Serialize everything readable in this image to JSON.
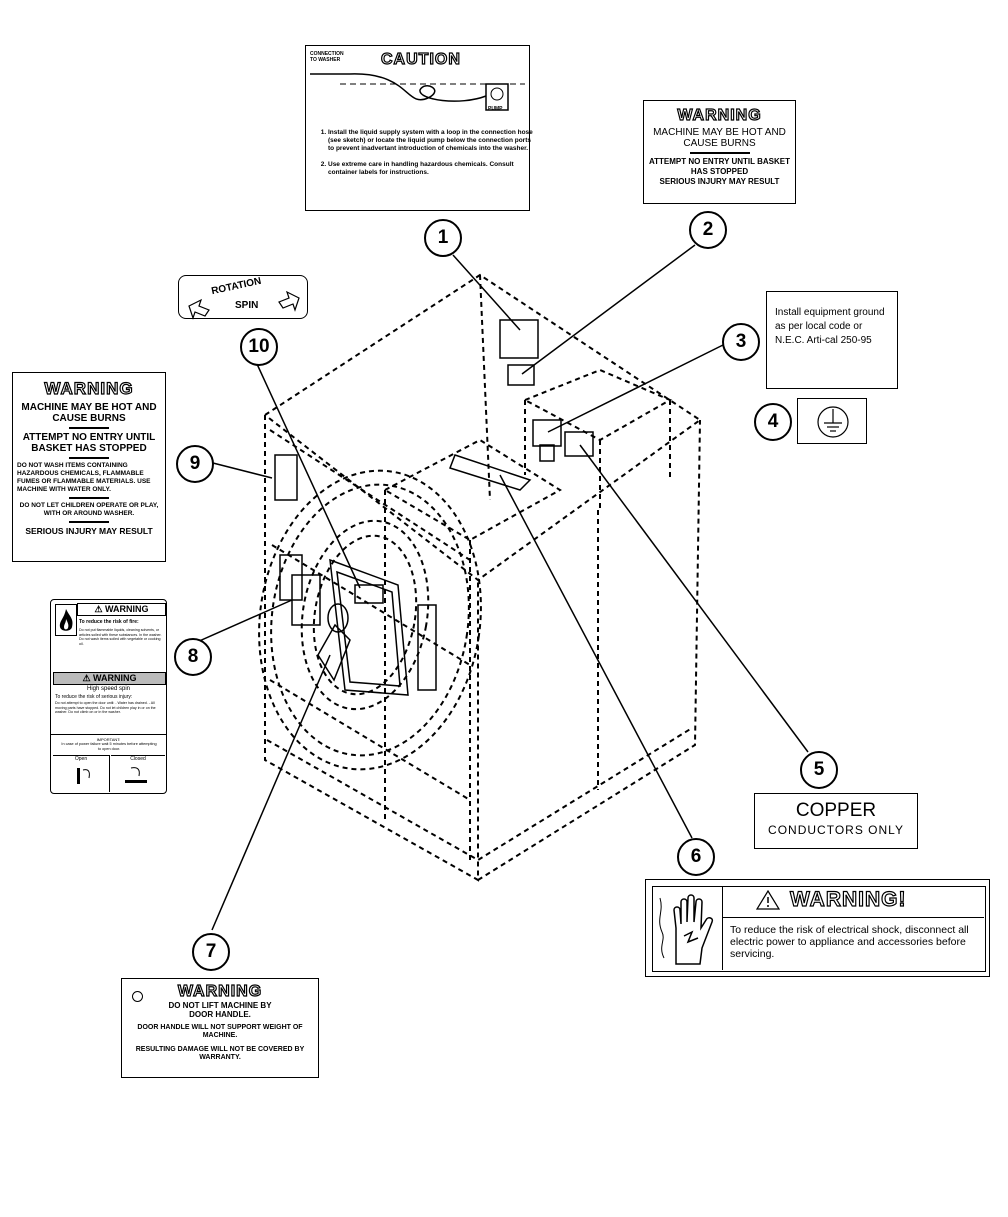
{
  "callouts": [
    "1",
    "2",
    "3",
    "4",
    "5",
    "6",
    "7",
    "8",
    "9",
    "10"
  ],
  "caution": {
    "header": "CAUTION",
    "sketch_label": "CONNECTION TO WASHER",
    "pump_label": "PUMP",
    "items": [
      "Install the liquid supply system with a loop in the connection hose (see sketch) or locate the liquid pump below the connection ports to prevent inadvertant introduction of chemicals into the washer.",
      "Use extreme care in handling hazardous chemicals. Consult container labels for instructions."
    ]
  },
  "warning_hot": {
    "header": "WARNING",
    "line1": "MACHINE MAY BE HOT AND CAUSE BURNS",
    "line2": "ATTEMPT NO ENTRY UNTIL BASKET HAS STOPPED",
    "line3": "SERIOUS INJURY MAY RESULT"
  },
  "ground": {
    "text": "Install equipment ground as per local code or N.E.C. Arti-cal 250-95"
  },
  "rotation": {
    "word1": "ROTATION",
    "word2": "SPIN"
  },
  "warning9": {
    "header": "WARNING",
    "line1": "MACHINE MAY BE HOT AND CAUSE BURNS",
    "line2": "ATTEMPT NO ENTRY UNTIL BASKET HAS STOPPED",
    "line3": "DO NOT WASH ITEMS CONTAINING HAZARDOUS CHEMICALS, FLAMMABLE FUMES OR FLAMMABLE MATERIALS. USE MACHINE WITH WATER ONLY.",
    "line4": "DO NOT LET CHILDREN OPERATE OR PLAY, WITH OR AROUND WASHER.",
    "line5": "SERIOUS INJURY MAY RESULT"
  },
  "warning8": {
    "header1": "⚠ WARNING",
    "fire_title": "To reduce the risk of fire:",
    "fire_text": "Do not put flammable liquids, cleaning solvents, or articles soiled with these substances. In the washer. Do not wash items soiled with vegetable or cooking oil.",
    "header2": "⚠ WARNING",
    "spin_title": "High speed spin",
    "spin_sub": "To reduce the risk of serious injury:",
    "spin_text": "Do not attempt to open the door until: - Water has drained. - All moving parts have stopped. Do not let children play in or on the washer. Do not climb on or in the washer.",
    "important": "IMPORTANT:",
    "important_text": "In case of power failure wait 5 minutes before attempting to open door.",
    "open": "Open",
    "closed": "Closed"
  },
  "copper": {
    "line1": "COPPER",
    "line2": "CONDUCTORS ONLY"
  },
  "shock": {
    "header": "WARNING!",
    "text": "To reduce the risk of electrical shock, disconnect all electric power to appliance and accessories before servicing."
  },
  "warning7": {
    "header": "WARNING",
    "line1": "DO NOT LIFT MACHINE BY DOOR HANDLE.",
    "line2": "DOOR HANDLE WILL NOT SUPPORT WEIGHT OF MACHINE.",
    "line3": "RESULTING DAMAGE WILL NOT BE COVERED BY WARRANTY."
  }
}
